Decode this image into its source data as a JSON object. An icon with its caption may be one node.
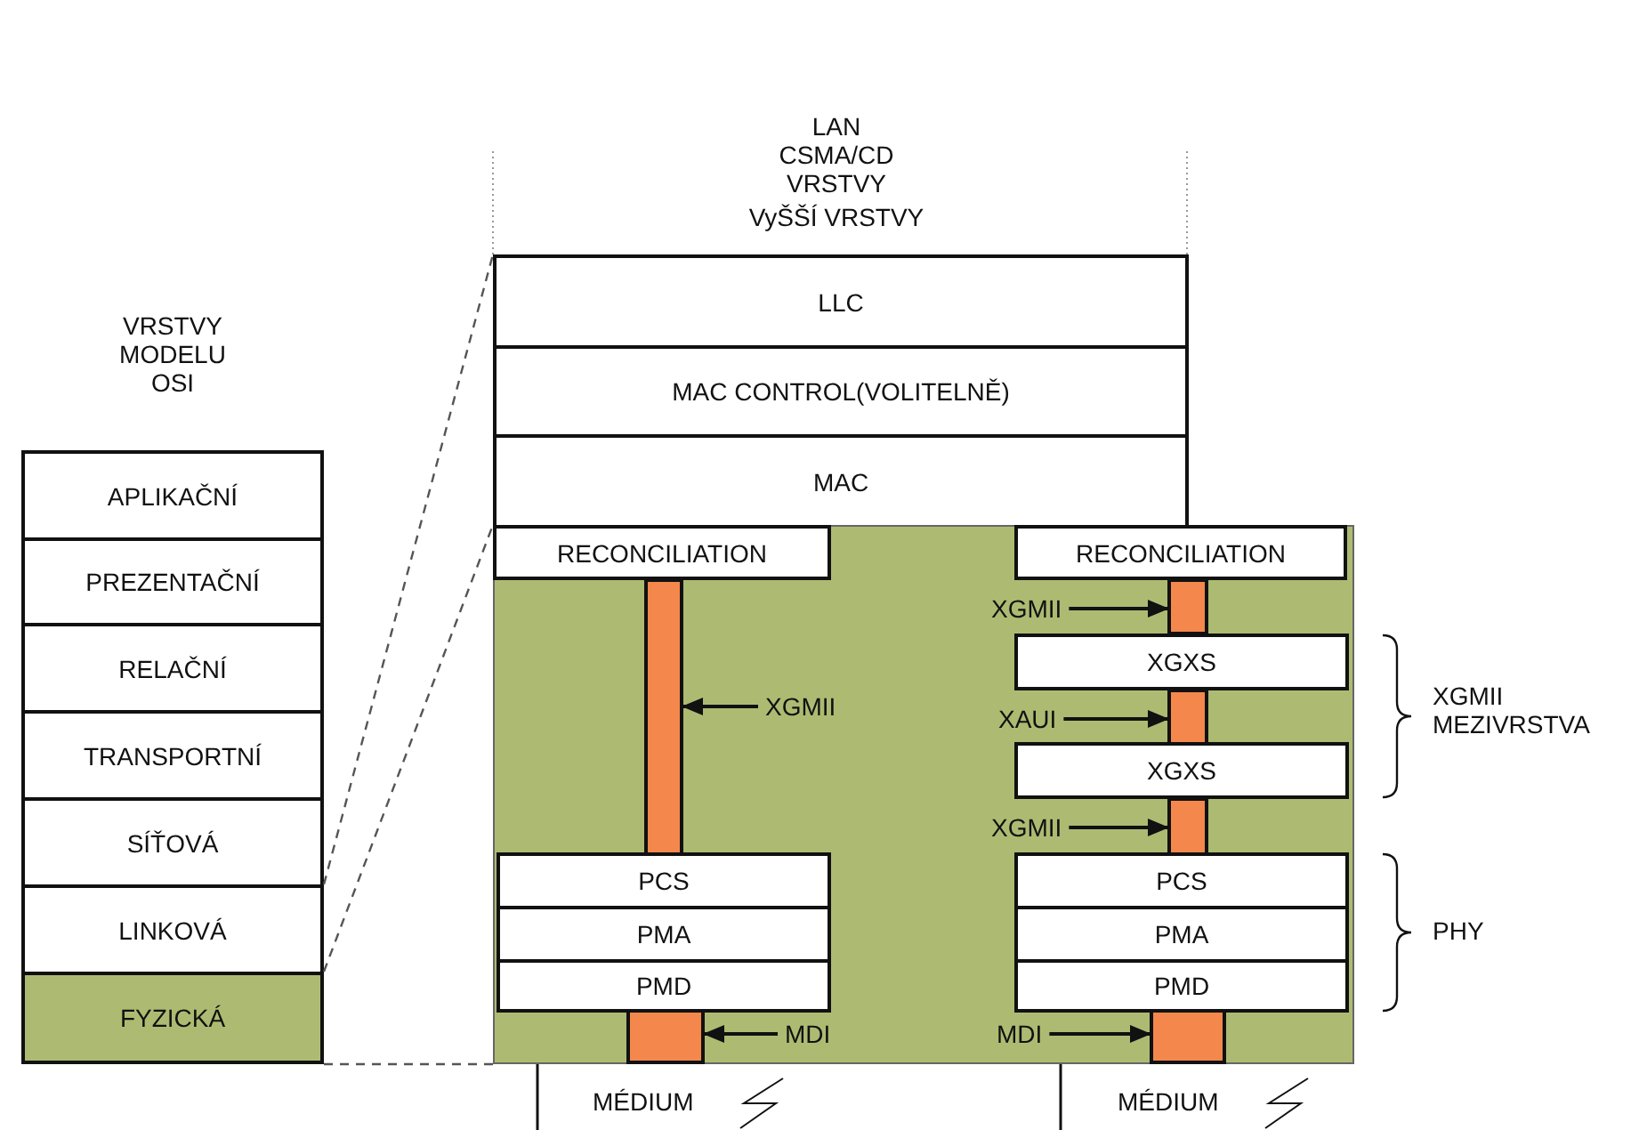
{
  "diagram": {
    "nodes": [
      {
        "text": [
          "APLIKAČNÍ"
        ]
      },
      {
        "text": [
          "PREZENTAČNÍ"
        ]
      },
      {
        "text": [
          "RELAČNÍ"
        ]
      },
      {
        "text": [
          "TRANSPORTNÍ"
        ]
      },
      {
        "text": [
          "SÍŤOVÁ"
        ]
      },
      {
        "text": [
          "LINKOVÁ"
        ]
      },
      {
        "text": [
          "FYZICKÁ"
        ]
      },
      {
        "text": [
          "LLC"
        ]
      },
      {
        "text": [
          "MAC CONTROL(VOLITELNĚ)"
        ]
      },
      {
        "text": [
          "MAC"
        ]
      },
      {
        "text": [],
        "shape": "box"
      },
      {
        "text": [
          "RECONCILIATION"
        ],
        "in": 10
      },
      {
        "text": [
          "RECONCILIATION"
        ],
        "in": 10
      },
      {
        "text": [],
        "shape": "bar",
        "in": 10
      },
      {
        "text": [
          "XGMII"
        ],
        "in": 10
      },
      {
        "text": [
          "XGMII"
        ],
        "in": 10
      },
      {
        "text": [],
        "shape": "bar",
        "in": 10
      },
      {
        "text": [
          "XGXS"
        ],
        "in": 10
      },
      {
        "text": [
          "XAUI"
        ],
        "in": 10
      },
      {
        "text": [],
        "shape": "bar",
        "in": 10
      },
      {
        "text": [
          "XGXS"
        ],
        "in": 10
      },
      {
        "text": [
          "XGMII"
        ],
        "in": 10
      },
      {
        "text": [],
        "shape": "bar",
        "in": 10
      },
      {
        "text": [
          "PCS"
        ],
        "in": 10
      },
      {
        "text": [
          "PMA"
        ],
        "in": 10
      },
      {
        "text": [
          "PMD"
        ],
        "in": 10
      },
      {
        "text": [
          "PCS"
        ],
        "in": 10
      },
      {
        "text": [
          "PMA"
        ],
        "in": 10
      },
      {
        "text": [
          "PMD"
        ],
        "in": 10
      },
      {
        "text": [],
        "shape": "bar",
        "in": 10
      },
      {
        "text": [
          "MDI"
        ],
        "in": 10
      },
      {
        "text": [
          "MDI"
        ],
        "in": 10
      },
      {
        "text": [],
        "shape": "bar",
        "in": 10
      }
    ],
    "edges": [
      {
        "from": 14,
        "to": 13,
        "arrow": "to"
      },
      {
        "from": 15,
        "to": 16,
        "arrow": "to"
      },
      {
        "from": 18,
        "to": 19,
        "arrow": "to"
      },
      {
        "from": 21,
        "to": 22,
        "arrow": "to"
      },
      {
        "from": 30,
        "to": 29,
        "arrow": "to"
      },
      {
        "from": 31,
        "to": 32,
        "arrow": "to"
      },
      {
        "from": 5,
        "to": 7,
        "arrow": "none",
        "style": "dashed",
        "color": "#555555"
      },
      {
        "from": 6,
        "to": 10,
        "arrow": "none",
        "style": "dashed",
        "color": "#555555"
      },
      {
        "from": 6,
        "to": 10,
        "arrow": "none",
        "style": "dashed",
        "color": "#555555"
      }
    ],
    "labels": [
      "LAN CSMA/CD VRSTVY",
      "VyŠŠÍ VRSTVY",
      "VRSTVY MODELU OSI",
      "XGMII MEZIVRSTVA",
      "PHY",
      "MÉDIUM",
      "MÉDIUM"
    ]
  }
}
